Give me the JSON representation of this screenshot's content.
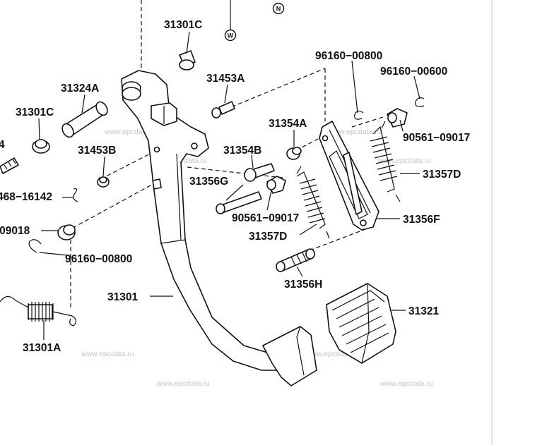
{
  "colors": {
    "line": "#111111",
    "background": "#ffffff",
    "watermark": "#c4c4c4",
    "frame": "#cfcfcf"
  },
  "markers": {
    "w": "W",
    "n": "N"
  },
  "labels": {
    "p31301C_top": "31301C",
    "p31453A": "31453A",
    "p31324A": "31324A",
    "p31301C_left": "31301C",
    "p31453B": "31453B",
    "p_edge_4": "4",
    "p468_16142": "468−16142",
    "p09018": "-09018",
    "p96160_00800_left": "96160−00800",
    "p31301": "31301",
    "p31301A": "31301A",
    "p96160_00800_top": "96160−00800",
    "p96160_00600": "96160−00600",
    "p90561_09017_right": "90561−09017",
    "p31354A": "31354A",
    "p31354B": "31354B",
    "p31356G": "31356G",
    "p90561_09017_mid": "90561−09017",
    "p31357D_right": "31357D",
    "p31357D_mid": "31357D",
    "p31356F": "31356F",
    "p31356H": "31356H",
    "p31321": "31321"
  },
  "watermark_text": "www.epcdata.ru"
}
